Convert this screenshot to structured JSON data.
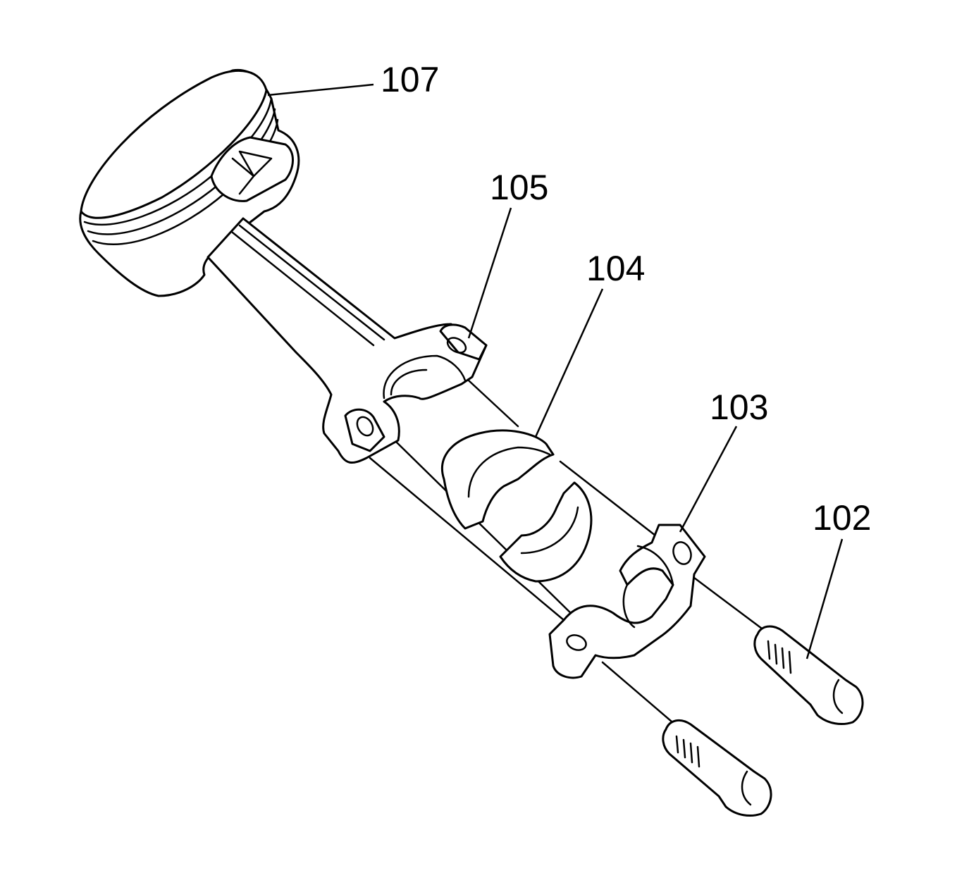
{
  "diagram": {
    "callouts": [
      {
        "id": "107",
        "label": "107"
      },
      {
        "id": "105",
        "label": "105"
      },
      {
        "id": "104",
        "label": "104"
      },
      {
        "id": "103",
        "label": "103"
      },
      {
        "id": "102",
        "label": "102"
      }
    ],
    "colors": {
      "line": "#000000",
      "background": "#ffffff"
    }
  }
}
